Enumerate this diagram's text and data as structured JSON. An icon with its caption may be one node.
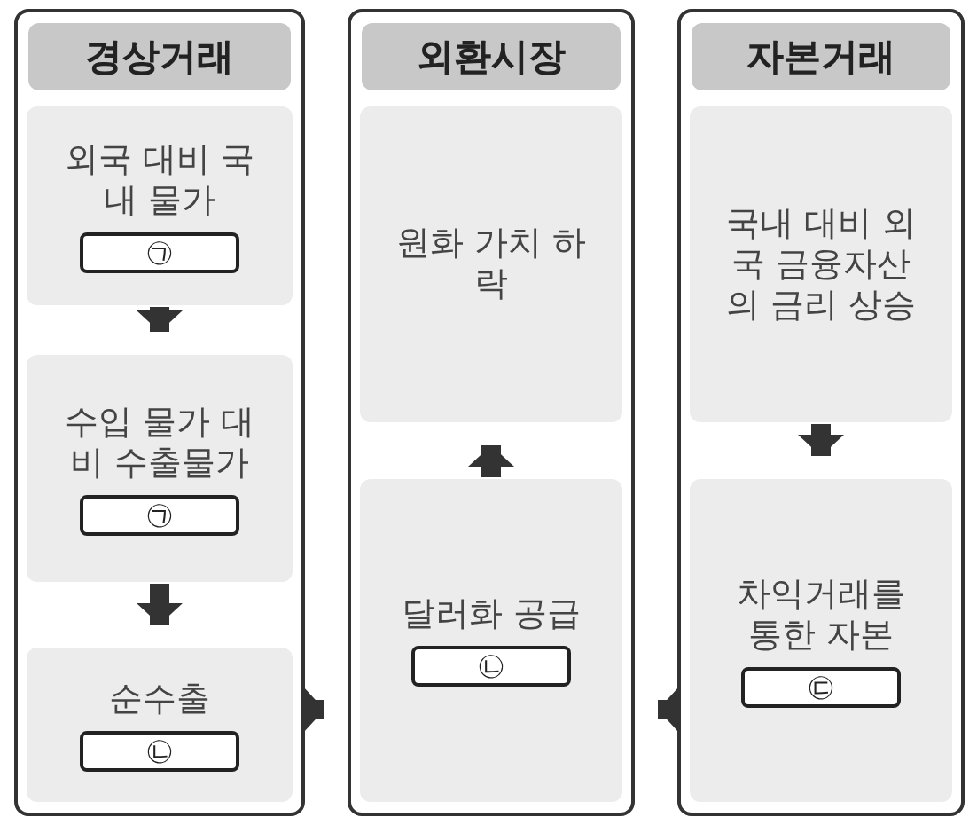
{
  "diagram": {
    "nodes": [
      {
        "text": [
          "경상거래"
        ]
      },
      {
        "text": [
          "외국 대비 국내 물가",
          "㉠"
        ],
        "in": 0
      },
      {
        "text": [
          "수입 물가 대비 수출물가",
          "㉠"
        ],
        "in": 0
      },
      {
        "text": [
          "순수출",
          "㉡"
        ],
        "in": 0
      },
      {
        "text": [
          "외환시장"
        ]
      },
      {
        "text": [
          "원화 가치 하락"
        ],
        "in": 4
      },
      {
        "text": [
          "달러화 공급",
          "㉡"
        ],
        "in": 4
      },
      {
        "text": [
          "자본거래"
        ]
      },
      {
        "text": [
          "국내 대비 외국 금융자산의 금리 상승"
        ],
        "in": 7
      },
      {
        "text": [
          "차익거래를 통한 자본",
          "㉢"
        ],
        "in": 7
      }
    ],
    "edges": [
      {
        "from": 1,
        "to": 2,
        "arrow": "to"
      },
      {
        "from": 2,
        "to": 3,
        "arrow": "to"
      },
      {
        "from": 6,
        "to": 5,
        "arrow": "to"
      },
      {
        "from": 8,
        "to": 9,
        "arrow": "to"
      },
      {
        "from": 0,
        "to": 4,
        "arrow": "to"
      },
      {
        "from": 7,
        "to": 4,
        "arrow": "to"
      }
    ]
  }
}
